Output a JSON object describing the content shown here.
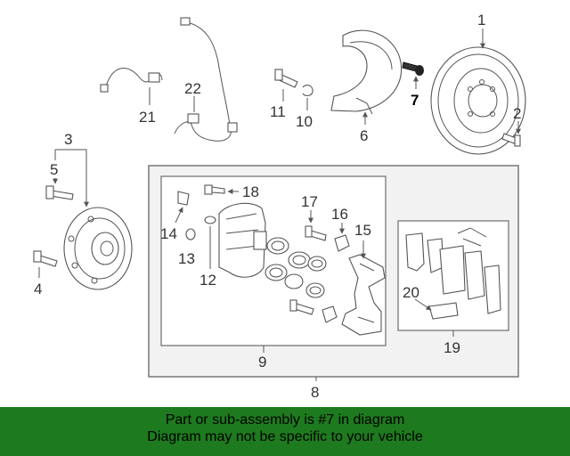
{
  "diagram": {
    "callouts": [
      "1",
      "2",
      "3",
      "4",
      "5",
      "6",
      "7",
      "8",
      "9",
      "10",
      "11",
      "12",
      "13",
      "14",
      "15",
      "16",
      "17",
      "18",
      "19",
      "20",
      "21",
      "22"
    ],
    "highlighted": "7"
  },
  "footer": {
    "line1": "Part or sub-assembly is #7 in diagram",
    "line2": "Diagram may not be specific to your vehicle"
  },
  "colors": {
    "footer_bg": "#1e7a1e",
    "line": "#555555",
    "box_fill": "#f2f2f2"
  }
}
